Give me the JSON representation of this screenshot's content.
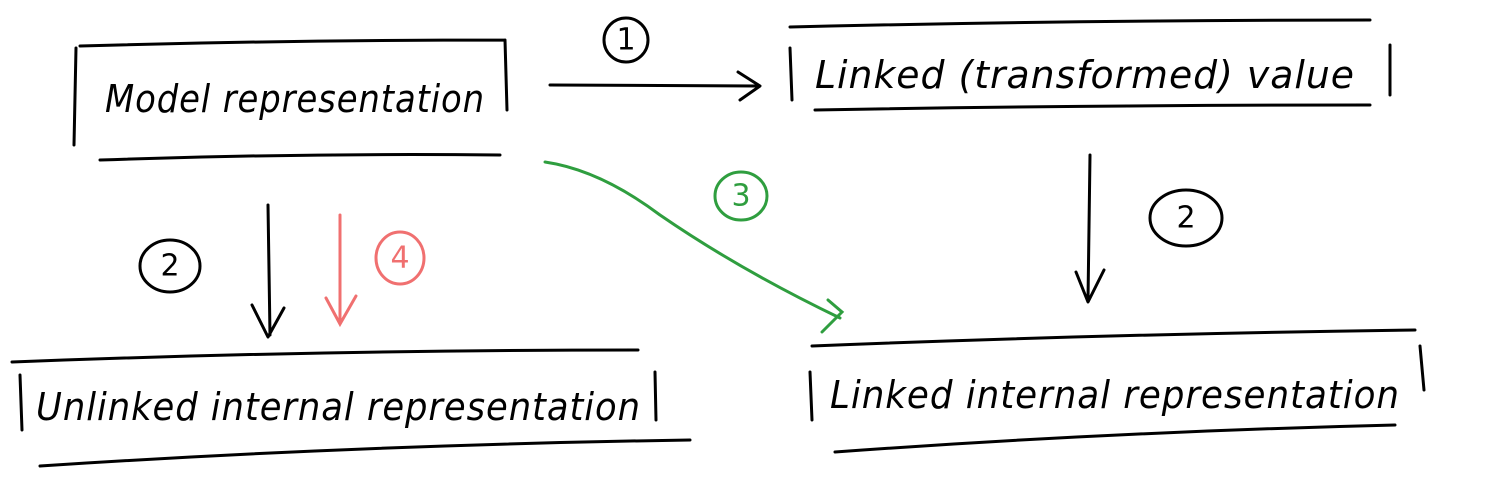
{
  "boxes": {
    "model": "Model representation",
    "linked_value": "Linked (transformed) value",
    "unlinked_internal": "Unlinked internal representation",
    "linked_internal": "Linked internal representation"
  },
  "steps": {
    "one": "1",
    "two_left": "2",
    "two_right": "2",
    "three": "3",
    "four": "4"
  },
  "colors": {
    "ink": "#000000",
    "green": "#2f9e3f",
    "red": "#f07070"
  }
}
